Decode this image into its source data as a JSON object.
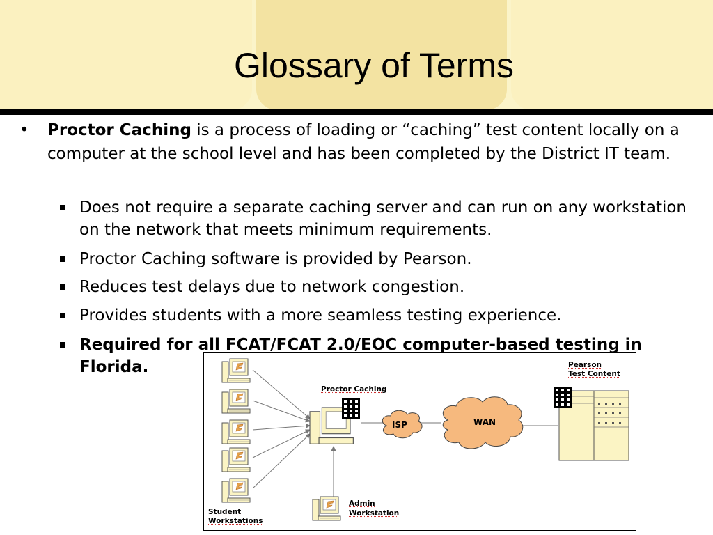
{
  "slide": {
    "title": "Glossary of Terms",
    "main_bullet": {
      "term": "Proctor Caching",
      "text": " is a process of loading or “caching” test content locally on a computer at the school level and has been completed by the District IT team."
    },
    "sub_bullets": [
      "Does not require a separate caching server and can run on any workstation on the network that meets minimum requirements.",
      "Proctor Caching software is provided by Pearson.",
      "Reduces test delays due to network congestion.",
      "Provides students with a more seamless testing experience.",
      "Required for all FCAT/FCAT 2.0/EOC computer-based testing in Florida."
    ]
  },
  "diagram": {
    "proctor_caching_label": "Proctor Caching",
    "pearson_label_line1": "Pearson",
    "pearson_label_line2": "Test Content",
    "isp_label": "ISP",
    "wan_label": "WAN",
    "admin_label_line1": "Admin",
    "admin_label_line2": "Workstation",
    "students_label_line1": "Student",
    "students_label_line2": "Workstations"
  }
}
